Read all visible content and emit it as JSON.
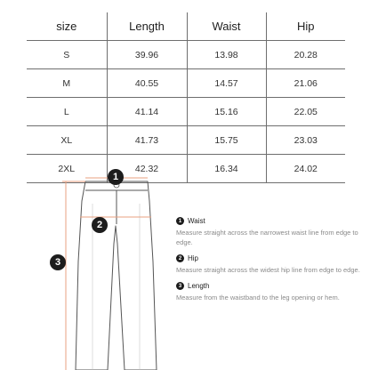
{
  "table": {
    "headers": [
      "size",
      "Length",
      "Waist",
      "Hip"
    ],
    "rows": [
      [
        "S",
        "39.96",
        "13.98",
        "20.28"
      ],
      [
        "M",
        "40.55",
        "14.57",
        "21.06"
      ],
      [
        "L",
        "41.14",
        "15.16",
        "22.05"
      ],
      [
        "XL",
        "41.73",
        "15.75",
        "23.03"
      ],
      [
        "2XL",
        "42.32",
        "16.34",
        "24.02"
      ]
    ]
  },
  "diagram": {
    "markers": [
      "1",
      "2",
      "3"
    ],
    "line_color": "#e8a080",
    "marker_color": "#1c1c1c"
  },
  "legend": [
    {
      "num": "1",
      "title": "Waist",
      "desc": "Measure straight across the narrowest waist line from edge to edge."
    },
    {
      "num": "2",
      "title": "Hip",
      "desc": "Measure straight across the widest hip line from edge to edge."
    },
    {
      "num": "3",
      "title": "Length",
      "desc": "Measure from the waistband to the leg opening or hem."
    }
  ]
}
